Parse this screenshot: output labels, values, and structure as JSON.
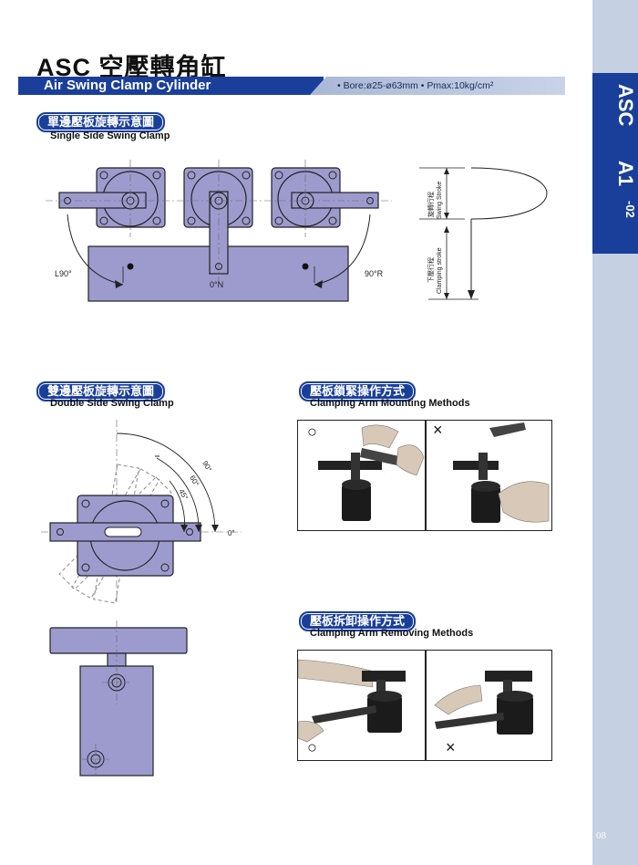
{
  "header": {
    "title": "ASC 空壓轉角缸",
    "subtitle": "Air Swing Clamp Cylinder",
    "specs": "• Bore:ø25-ø63mm   • Pmax:10kg/cm²"
  },
  "sidebar": {
    "series": "ASC",
    "code": "A1",
    "sub": "-02",
    "page_number": "08"
  },
  "single_side": {
    "title_zh": "單邊壓板旋轉示意圖",
    "title_en": "Single Side Swing Clamp",
    "label_left": "L90°",
    "label_center": "0°N",
    "label_right": "90°R",
    "swing_stroke_zh": "旋轉行程",
    "swing_stroke_en": "Swing Stroke",
    "clamp_stroke_zh": "下壓行程",
    "clamp_stroke_en": "Clamping stroke"
  },
  "double_side": {
    "title_zh": "雙邊壓板旋轉示意圖",
    "title_en": "Double Side Swing Clamp",
    "angle_90": "90°",
    "angle_60": "60°",
    "angle_45": "45°",
    "angle_0": "0°"
  },
  "mounting": {
    "title_zh": "壓板鎖緊操作方式",
    "title_en": "Clamping Arm Mounting Methods",
    "correct_mark": "○",
    "wrong_mark": "×"
  },
  "removing": {
    "title_zh": "壓板拆卸操作方式",
    "title_en": "Clamping Arm Removing Methods",
    "correct_mark": "○",
    "wrong_mark": "×"
  },
  "colors": {
    "brand_blue": "#1a3f9b",
    "sidebar_light": "#c5d0e3",
    "part_fill": "#9d9bce"
  }
}
